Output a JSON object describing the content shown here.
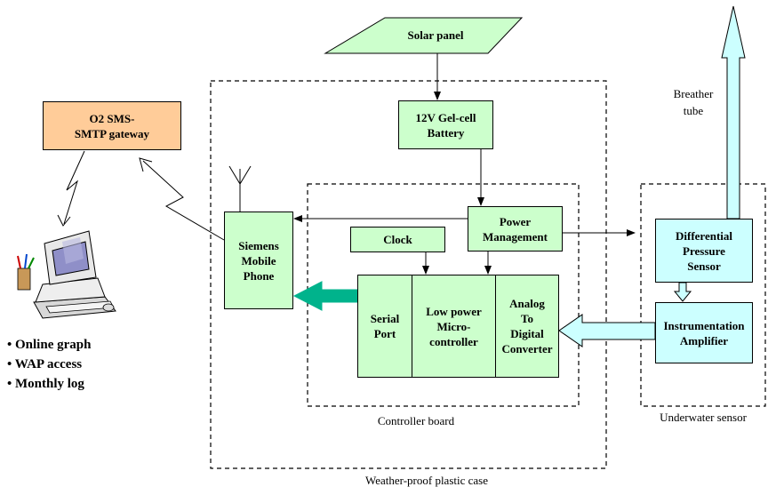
{
  "solar_panel": "Solar panel",
  "battery": [
    "12V Gel-cell",
    "Battery"
  ],
  "gateway": [
    "O2 SMS-",
    "SMTP gateway"
  ],
  "power_management": [
    "Power",
    "Management"
  ],
  "clock": "Clock",
  "phone": [
    "Siemens",
    "Mobile",
    "Phone"
  ],
  "serial_port": [
    "Serial",
    "Port"
  ],
  "microcontroller": [
    "Low power",
    "Micro-",
    "controller"
  ],
  "adc": [
    "Analog",
    "To",
    "Digital",
    "Converter"
  ],
  "pressure_sensor": [
    "Differential",
    "Pressure",
    "Sensor"
  ],
  "amplifier": [
    "Instrumentation",
    "Amplifier"
  ],
  "breather_tube": [
    "Breather",
    "tube"
  ],
  "controller_board": "Controller board",
  "underwater_sensor": "Underwater sensor",
  "case_label": "Weather-proof plastic case",
  "features": [
    "• Online graph",
    "• WAP access",
    "• Monthly log"
  ],
  "colors": {
    "green": "#ccffcc",
    "cyan": "#ccffff",
    "orange": "#ffcc99",
    "arrow_teal": "#00b38c"
  },
  "icons": [
    "computer-icon",
    "antenna-icon",
    "lightning-link-icon"
  ]
}
